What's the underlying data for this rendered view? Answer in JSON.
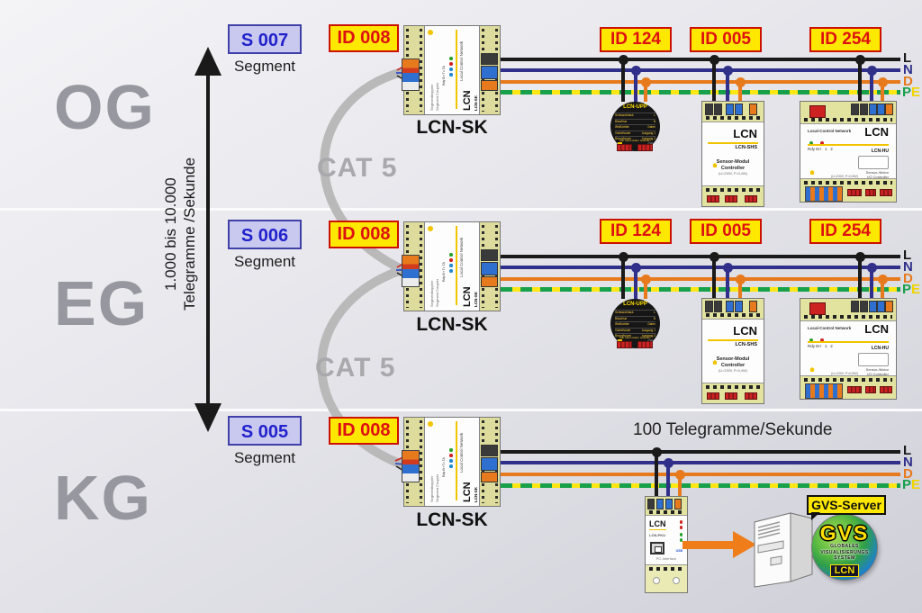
{
  "speed_arrow": {
    "line1": "1.000 bis 10.000",
    "line2": "Telegramme /Sekunde"
  },
  "floors": [
    {
      "name": "OG",
      "segment_id": "S 007",
      "segment_caption": "Segment",
      "coupler_id": "ID 008",
      "coupler_label": "LCN-SK",
      "cat5": "CAT 5",
      "device_ids": [
        "ID 124",
        "ID 005",
        "ID 254"
      ],
      "bus": {
        "l": "L",
        "n": "N",
        "d": "D",
        "p": "P",
        "e": "E"
      }
    },
    {
      "name": "EG",
      "segment_id": "S 006",
      "segment_caption": "Segment",
      "coupler_id": "ID 008",
      "coupler_label": "LCN-SK",
      "cat5": "CAT 5",
      "device_ids": [
        "ID 124",
        "ID 005",
        "ID 254"
      ],
      "bus": {
        "l": "L",
        "n": "N",
        "d": "D",
        "p": "P",
        "e": "E"
      }
    },
    {
      "name": "KG",
      "segment_id": "S 005",
      "segment_caption": "Segment",
      "coupler_id": "ID 008",
      "coupler_label": "LCN-SK",
      "throughput": "100 Telegramme/Sekunde",
      "bus": {
        "l": "L",
        "n": "N",
        "d": "D",
        "p": "P",
        "e": "E"
      }
    }
  ],
  "device_types": {
    "sk": {
      "header": "Local Control Network",
      "leds": "Rdy Err Tx TA",
      "brand": "LCN",
      "model": "LCN-SK",
      "sub1": "Segmentkoppler",
      "sub2": "Segment Coupler"
    },
    "upp": {
      "title": "LCN-UPP",
      "rows": [
        {
          "c": "Schwarz/black",
          "v": "L"
        },
        {
          "c": "Blau/blue",
          "v": "N"
        },
        {
          "c": "Weiß/white",
          "v": "Daten"
        },
        {
          "c": "Violett/violet",
          "v": "Ausgang 1"
        },
        {
          "c": "Braun/brown",
          "v": "Ausgang 2"
        }
      ],
      "note": "Alle freien Adern isolieren!",
      "ce": "CE"
    },
    "shs": {
      "brand": "LCN",
      "model": "LCN-SHS",
      "desc1": "Sensor-Modul",
      "desc2": "Controller",
      "spec": "(U=230V, P=0,4W)"
    },
    "hu": {
      "header": "Local-Control Network",
      "brand": "LCN",
      "leds": "Rdy Err   1   2",
      "model": "LCN-HU",
      "desc1": "Sensor-/Motor",
      "desc2": "I/O Controller",
      "spec": "(U=230V, P=0,8W)"
    },
    "pku": {
      "brand": "LCN",
      "model": "LCN-PKU",
      "usb": "USB",
      "desc": "PC-Interface"
    }
  },
  "server": {
    "tag": "GVS-Server",
    "logo_big": "GVS",
    "logo_sub1": "GLOBALES",
    "logo_sub2": "VISUALISIERUNGS",
    "logo_sub3": "SYSTEM",
    "logo_brand": "LCN"
  },
  "colors": {
    "id_bg": "#ffe800",
    "id_text": "#dd1111",
    "segment_bg": "#c9c9f0",
    "segment_text": "#2222cc",
    "bus_l": "#1a1a1a",
    "bus_n": "#30308a",
    "bus_d": "#e87a1e",
    "pe_green": "#18a04b",
    "pe_yellow": "#ffe714",
    "cable": "#b9b9b9",
    "arrow_orange": "#ef7d1a"
  }
}
